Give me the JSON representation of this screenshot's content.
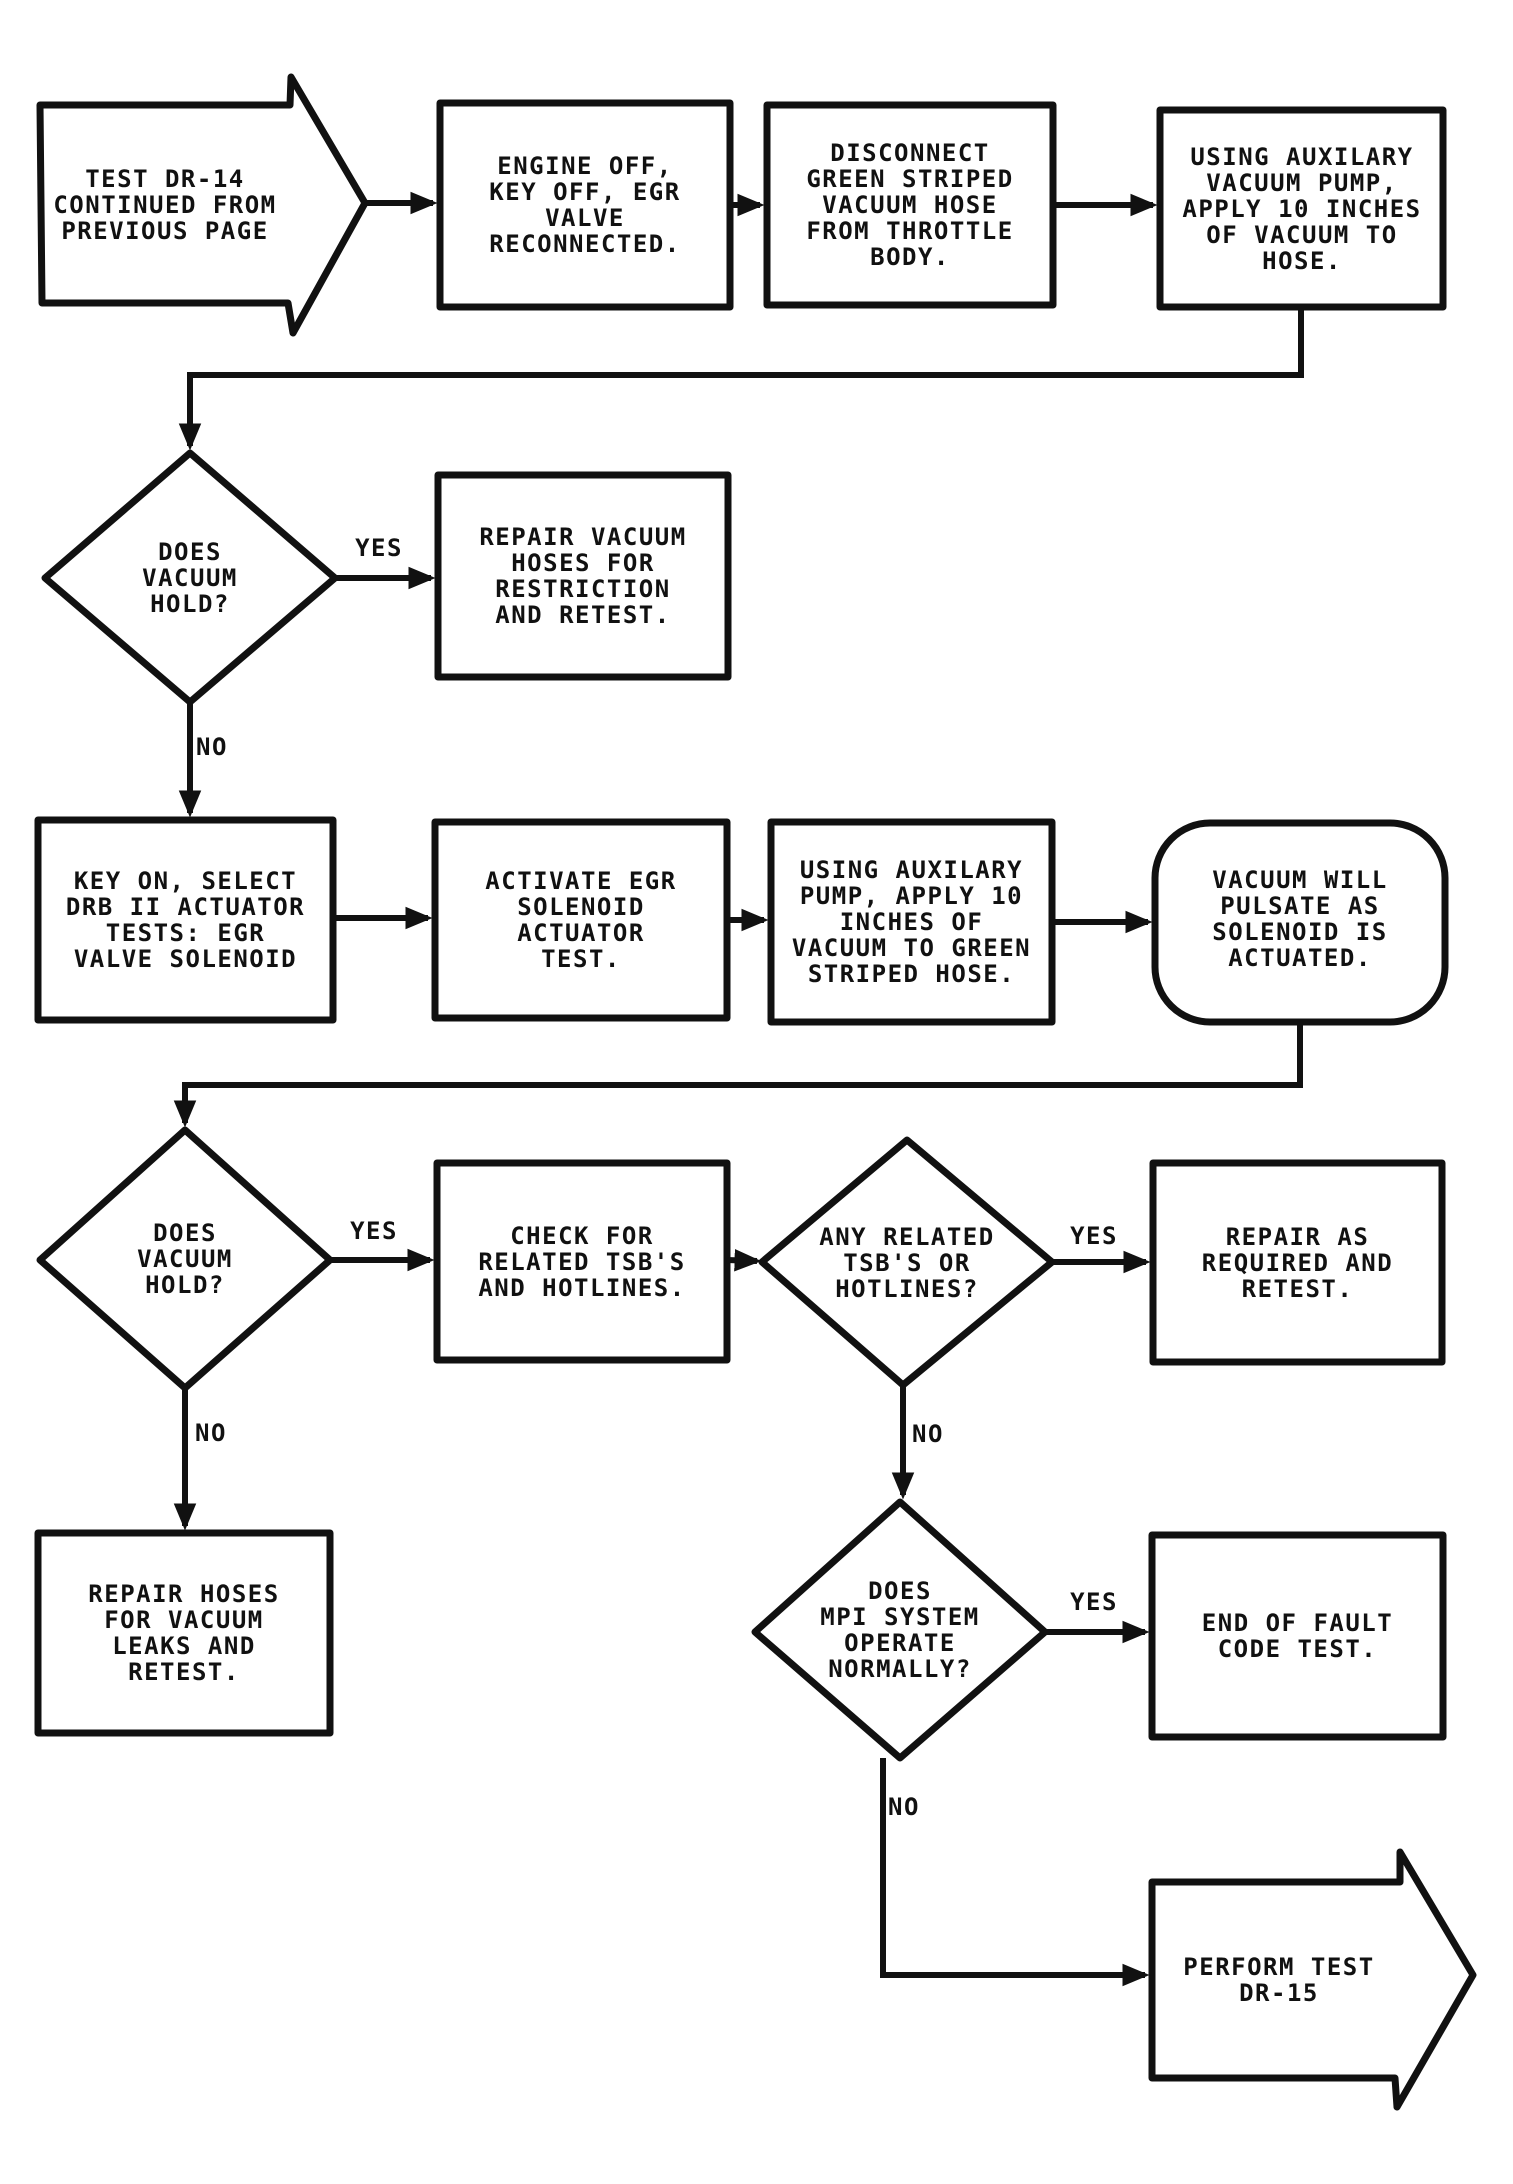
{
  "page": {
    "background_color": "#ffffff",
    "ink_color": "#111111",
    "kind": "diagnostic-test flowchart (scanned service manual page)"
  },
  "flowchart": {
    "labels": {
      "yes": "YES",
      "no": "NO"
    },
    "nodes": {
      "start": {
        "type": "offpage_connector_arrow",
        "text": "TEST DR-14\nCONTINUED FROM\nPREVIOUS PAGE"
      },
      "engine_off": {
        "type": "process",
        "text": "ENGINE OFF,\nKEY OFF, EGR\nVALVE\nRECONNECTED."
      },
      "disconnect_hose": {
        "type": "process",
        "text": "DISCONNECT\nGREEN STRIPED\nVACUUM HOSE\nFROM THROTTLE\nBODY."
      },
      "apply_vacuum_hose": {
        "type": "process",
        "text": "USING AUXILARY\nVACUUM PUMP,\nAPPLY 10 INCHES\nOF VACUUM TO\nHOSE."
      },
      "vacuum_hold_1": {
        "type": "decision",
        "text": "DOES\nVACUUM\nHOLD?"
      },
      "repair_restriction": {
        "type": "process",
        "text": "REPAIR VACUUM\nHOSES FOR\nRESTRICTION\nAND RETEST."
      },
      "key_on_drb": {
        "type": "process",
        "text": "KEY ON, SELECT\nDRB II ACTUATOR\nTESTS: EGR\nVALVE SOLENOID"
      },
      "activate_solenoid": {
        "type": "process",
        "text": "ACTIVATE EGR\nSOLENOID\nACTUATOR\nTEST."
      },
      "apply_vacuum_green": {
        "type": "process",
        "text": "USING AUXILARY\nPUMP, APPLY 10\nINCHES OF\nVACUUM TO GREEN\nSTRIPED HOSE."
      },
      "vacuum_pulsate": {
        "type": "terminal_rounded",
        "text": "VACUUM WILL\nPULSATE AS\nSOLENOID IS\nACTUATED."
      },
      "vacuum_hold_2": {
        "type": "decision",
        "text": "DOES\nVACUUM\nHOLD?"
      },
      "check_tsb": {
        "type": "process",
        "text": "CHECK FOR\nRELATED TSB'S\nAND HOTLINES."
      },
      "any_tsb": {
        "type": "decision",
        "text": "ANY RELATED\nTSB'S OR\nHOTLINES?"
      },
      "repair_as_required": {
        "type": "process",
        "text": "REPAIR AS\nREQUIRED AND\nRETEST."
      },
      "mpi_normal": {
        "type": "decision",
        "text": "DOES\nMPI SYSTEM\nOPERATE\nNORMALLY?"
      },
      "end_fault_code_test": {
        "type": "process",
        "text": "END OF FAULT\nCODE TEST."
      },
      "repair_leaks": {
        "type": "process",
        "text": "REPAIR HOSES\nFOR VACUUM\nLEAKS AND\nRETEST."
      },
      "perform_dr15": {
        "type": "offpage_connector_arrow",
        "text": "PERFORM TEST\nDR-15"
      }
    },
    "edges": [
      {
        "from": "start",
        "to": "engine_off",
        "label": ""
      },
      {
        "from": "engine_off",
        "to": "disconnect_hose",
        "label": ""
      },
      {
        "from": "disconnect_hose",
        "to": "apply_vacuum_hose",
        "label": ""
      },
      {
        "from": "apply_vacuum_hose",
        "to": "vacuum_hold_1",
        "label": ""
      },
      {
        "from": "vacuum_hold_1",
        "to": "repair_restriction",
        "label": "YES"
      },
      {
        "from": "vacuum_hold_1",
        "to": "key_on_drb",
        "label": "NO"
      },
      {
        "from": "key_on_drb",
        "to": "activate_solenoid",
        "label": ""
      },
      {
        "from": "activate_solenoid",
        "to": "apply_vacuum_green",
        "label": ""
      },
      {
        "from": "apply_vacuum_green",
        "to": "vacuum_pulsate",
        "label": ""
      },
      {
        "from": "vacuum_pulsate",
        "to": "vacuum_hold_2",
        "label": ""
      },
      {
        "from": "vacuum_hold_2",
        "to": "check_tsb",
        "label": "YES"
      },
      {
        "from": "vacuum_hold_2",
        "to": "repair_leaks",
        "label": "NO"
      },
      {
        "from": "check_tsb",
        "to": "any_tsb",
        "label": ""
      },
      {
        "from": "any_tsb",
        "to": "repair_as_required",
        "label": "YES"
      },
      {
        "from": "any_tsb",
        "to": "mpi_normal",
        "label": "NO"
      },
      {
        "from": "mpi_normal",
        "to": "end_fault_code_test",
        "label": "YES"
      },
      {
        "from": "mpi_normal",
        "to": "perform_dr15",
        "label": "NO"
      }
    ]
  }
}
